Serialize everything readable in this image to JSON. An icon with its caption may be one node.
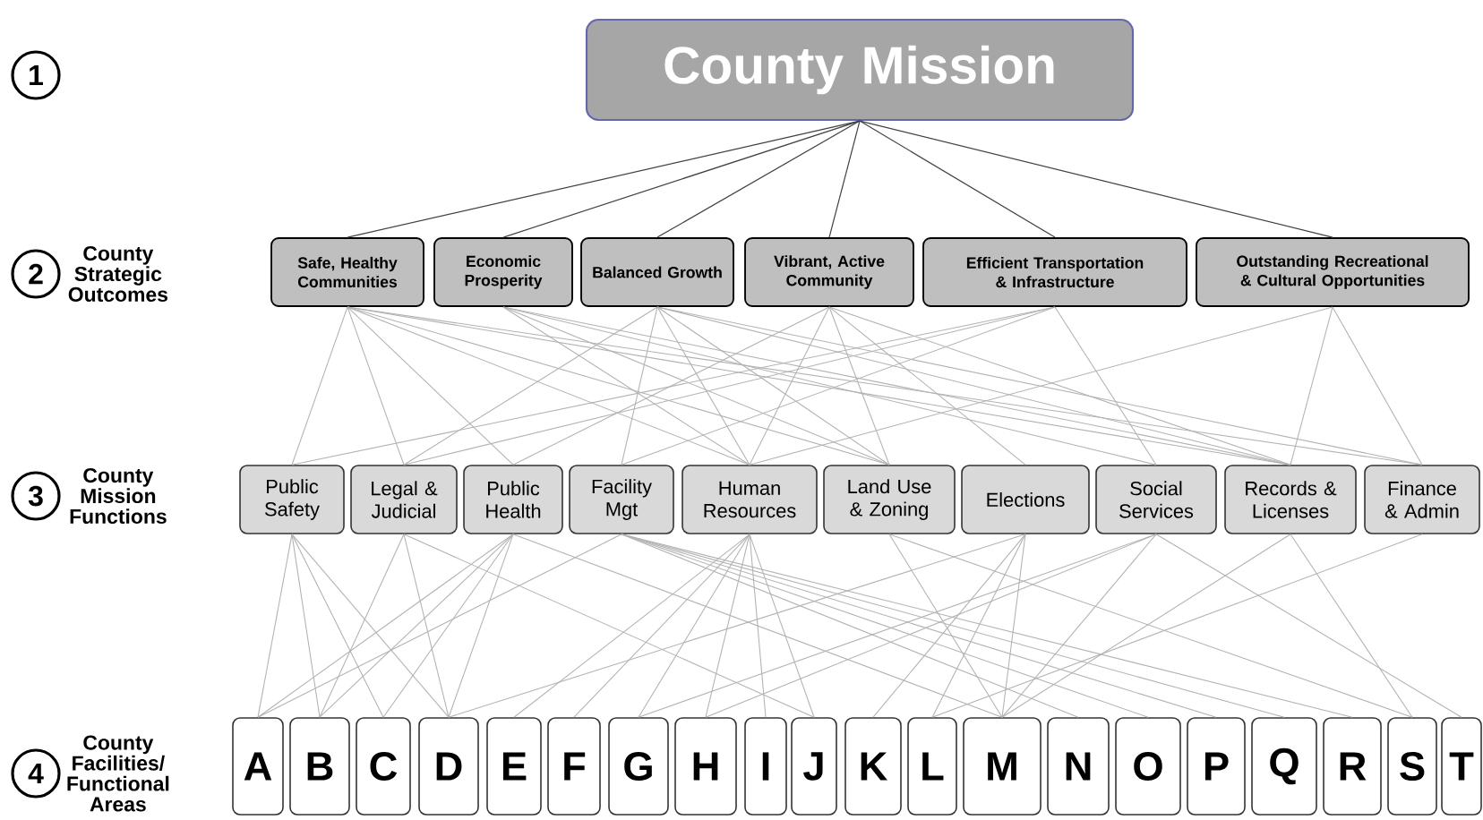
{
  "diagram": {
    "nodes": [
      {
        "text": [
          "County Mission"
        ]
      },
      {
        "text": [
          "Safe, Healthy Communities"
        ]
      },
      {
        "text": [
          "Economic Prosperity"
        ]
      },
      {
        "text": [
          "Balanced Growth"
        ]
      },
      {
        "text": [
          "Vibrant, Active Community"
        ]
      },
      {
        "text": [
          "Efficient Transportation & Infrastructure"
        ]
      },
      {
        "text": [
          "Outstanding Recreational & Cultural Opportunities"
        ]
      },
      {
        "text": [
          "Public Safety"
        ]
      },
      {
        "text": [
          "Legal & Judicial"
        ]
      },
      {
        "text": [
          "Public Health"
        ]
      },
      {
        "text": [
          "Facility Mgt"
        ]
      },
      {
        "text": [
          "Human Resources"
        ]
      },
      {
        "text": [
          "Land Use & Zoning"
        ]
      },
      {
        "text": [
          "Elections"
        ]
      },
      {
        "text": [
          "Social Services"
        ]
      },
      {
        "text": [
          "Records & Licenses"
        ]
      },
      {
        "text": [
          "Finance & Admin"
        ]
      },
      {
        "text": [
          "A"
        ]
      },
      {
        "text": [
          "B"
        ]
      },
      {
        "text": [
          "C"
        ]
      },
      {
        "text": [
          "D"
        ]
      },
      {
        "text": [
          "E"
        ]
      },
      {
        "text": [
          "F"
        ]
      },
      {
        "text": [
          "G"
        ]
      },
      {
        "text": [
          "H"
        ]
      },
      {
        "text": [
          "I"
        ]
      },
      {
        "text": [
          "J"
        ]
      },
      {
        "text": [
          "K"
        ]
      },
      {
        "text": [
          "L"
        ]
      },
      {
        "text": [
          "M"
        ]
      },
      {
        "text": [
          "N"
        ]
      },
      {
        "text": [
          "O"
        ]
      },
      {
        "text": [
          "P"
        ]
      },
      {
        "text": [
          "Q"
        ]
      },
      {
        "text": [
          "R"
        ]
      },
      {
        "text": [
          "S"
        ]
      },
      {
        "text": [
          "T"
        ]
      },
      {
        "text": [
          "1"
        ]
      },
      {
        "text": [
          "2"
        ],
        "beside": [
          "County Strategic Outcomes"
        ]
      },
      {
        "text": [
          "3"
        ],
        "beside": [
          "County Mission Functions"
        ]
      },
      {
        "text": [
          "4"
        ],
        "beside": [
          "County Facilities/ Functional Areas"
        ]
      }
    ],
    "edges": [
      {
        "from": 0,
        "to": 1,
        "arrow": "none",
        "color": "#404040"
      },
      {
        "from": 0,
        "to": 2,
        "arrow": "none",
        "color": "#404040"
      },
      {
        "from": 0,
        "to": 3,
        "arrow": "none",
        "color": "#404040"
      },
      {
        "from": 0,
        "to": 4,
        "arrow": "none",
        "color": "#404040"
      },
      {
        "from": 0,
        "to": 5,
        "arrow": "none",
        "color": "#404040"
      },
      {
        "from": 0,
        "to": 6,
        "arrow": "none",
        "color": "#404040"
      },
      {
        "from": 1,
        "to": 7,
        "arrow": "none"
      },
      {
        "from": 1,
        "to": 8,
        "arrow": "none"
      },
      {
        "from": 1,
        "to": 9,
        "arrow": "none"
      },
      {
        "from": 1,
        "to": 11,
        "arrow": "none"
      },
      {
        "from": 1,
        "to": 12,
        "arrow": "none"
      },
      {
        "from": 1,
        "to": 15,
        "arrow": "none"
      },
      {
        "from": 1,
        "to": 16,
        "arrow": "none"
      },
      {
        "from": 2,
        "to": 11,
        "arrow": "none"
      },
      {
        "from": 2,
        "to": 12,
        "arrow": "none"
      },
      {
        "from": 2,
        "to": 14,
        "arrow": "none"
      },
      {
        "from": 2,
        "to": 15,
        "arrow": "none"
      },
      {
        "from": 3,
        "to": 8,
        "arrow": "none"
      },
      {
        "from": 3,
        "to": 10,
        "arrow": "none"
      },
      {
        "from": 3,
        "to": 11,
        "arrow": "none"
      },
      {
        "from": 3,
        "to": 12,
        "arrow": "none"
      },
      {
        "from": 3,
        "to": 15,
        "arrow": "none"
      },
      {
        "from": 3,
        "to": 16,
        "arrow": "none"
      },
      {
        "from": 4,
        "to": 9,
        "arrow": "none"
      },
      {
        "from": 4,
        "to": 11,
        "arrow": "none"
      },
      {
        "from": 4,
        "to": 12,
        "arrow": "none"
      },
      {
        "from": 4,
        "to": 13,
        "arrow": "none"
      },
      {
        "from": 4,
        "to": 15,
        "arrow": "none"
      },
      {
        "from": 5,
        "to": 7,
        "arrow": "none"
      },
      {
        "from": 5,
        "to": 8,
        "arrow": "none"
      },
      {
        "from": 5,
        "to": 10,
        "arrow": "none"
      },
      {
        "from": 5,
        "to": 14,
        "arrow": "none"
      },
      {
        "from": 6,
        "to": 11,
        "arrow": "none"
      },
      {
        "from": 6,
        "to": 15,
        "arrow": "none"
      },
      {
        "from": 6,
        "to": 16,
        "arrow": "none"
      },
      {
        "from": 7,
        "to": 17,
        "arrow": "none"
      },
      {
        "from": 7,
        "to": 18,
        "arrow": "none"
      },
      {
        "from": 7,
        "to": 19,
        "arrow": "none"
      },
      {
        "from": 7,
        "to": 20,
        "arrow": "none"
      },
      {
        "from": 8,
        "to": 18,
        "arrow": "none"
      },
      {
        "from": 8,
        "to": 20,
        "arrow": "none"
      },
      {
        "from": 8,
        "to": 26,
        "arrow": "none"
      },
      {
        "from": 9,
        "to": 17,
        "arrow": "none"
      },
      {
        "from": 9,
        "to": 18,
        "arrow": "none"
      },
      {
        "from": 9,
        "to": 19,
        "arrow": "none"
      },
      {
        "from": 9,
        "to": 20,
        "arrow": "none"
      },
      {
        "from": 9,
        "to": 29,
        "arrow": "none"
      },
      {
        "from": 10,
        "to": 17,
        "arrow": "none"
      },
      {
        "from": 10,
        "to": 30,
        "arrow": "none"
      },
      {
        "from": 10,
        "to": 31,
        "arrow": "none"
      },
      {
        "from": 10,
        "to": 32,
        "arrow": "none"
      },
      {
        "from": 10,
        "to": 33,
        "arrow": "none"
      },
      {
        "from": 10,
        "to": 34,
        "arrow": "none"
      },
      {
        "from": 11,
        "to": 21,
        "arrow": "none"
      },
      {
        "from": 11,
        "to": 22,
        "arrow": "none"
      },
      {
        "from": 11,
        "to": 23,
        "arrow": "none"
      },
      {
        "from": 11,
        "to": 24,
        "arrow": "none"
      },
      {
        "from": 11,
        "to": 25,
        "arrow": "none"
      },
      {
        "from": 11,
        "to": 26,
        "arrow": "none"
      },
      {
        "from": 12,
        "to": 29,
        "arrow": "none"
      },
      {
        "from": 12,
        "to": 35,
        "arrow": "none"
      },
      {
        "from": 13,
        "to": 20,
        "arrow": "none"
      },
      {
        "from": 13,
        "to": 27,
        "arrow": "none"
      },
      {
        "from": 13,
        "to": 28,
        "arrow": "none"
      },
      {
        "from": 13,
        "to": 29,
        "arrow": "none"
      },
      {
        "from": 14,
        "to": 23,
        "arrow": "none"
      },
      {
        "from": 14,
        "to": 24,
        "arrow": "none"
      },
      {
        "from": 14,
        "to": 29,
        "arrow": "none"
      },
      {
        "from": 14,
        "to": 36,
        "arrow": "none"
      },
      {
        "from": 15,
        "to": 29,
        "arrow": "none"
      },
      {
        "from": 15,
        "to": 35,
        "arrow": "none"
      },
      {
        "from": 16,
        "to": 28,
        "arrow": "none"
      }
    ]
  }
}
